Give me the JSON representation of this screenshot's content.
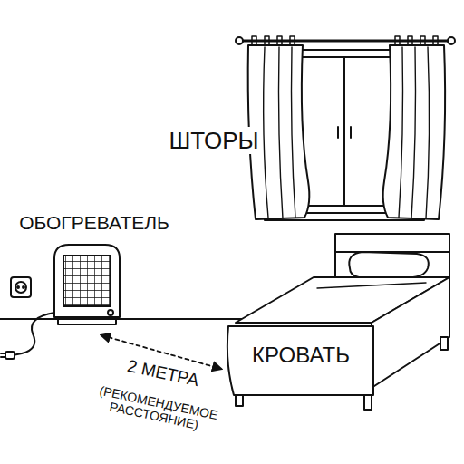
{
  "diagram": {
    "labels": [
      "ШТОРЫ",
      "ОБОГРЕВАТЕЛЬ",
      "КРОВАТЬ",
      "2 МЕТРА",
      "(РЕКОМЕНДУЕМОЕ РАССТОЯНИЕ)"
    ]
  }
}
